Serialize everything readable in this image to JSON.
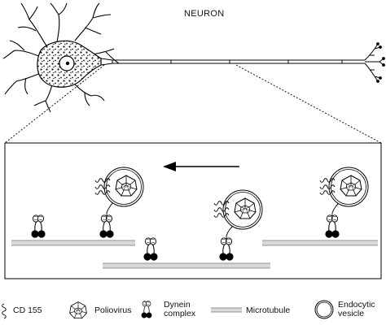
{
  "title": "NEURON",
  "legend": {
    "cd155": "CD 155",
    "poliovirus": "Poliovirus",
    "dynein": "Dynein complex",
    "dynein_line1": "Dynein",
    "dynein_line2": "complex",
    "microtubule": "Microtubule",
    "vesicle_line1": "Endocytic",
    "vesicle_line2": "vesicle"
  },
  "arrow_direction": "left",
  "colors": {
    "ink": "#000000",
    "microtubule_fill": "#d8d8d8",
    "background": "#ffffff"
  }
}
